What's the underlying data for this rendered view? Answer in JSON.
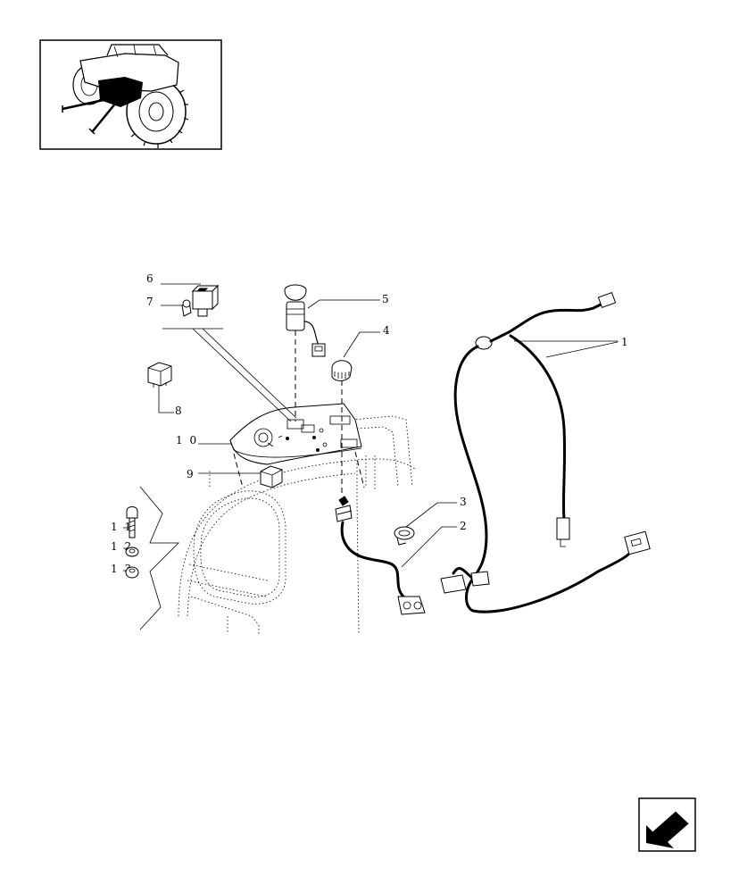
{
  "callouts": [
    {
      "id": "1",
      "text": "1"
    },
    {
      "id": "2",
      "text": "2"
    },
    {
      "id": "3",
      "text": "3"
    },
    {
      "id": "4",
      "text": "4"
    },
    {
      "id": "5",
      "text": "5"
    },
    {
      "id": "6",
      "text": "6"
    },
    {
      "id": "7",
      "text": "7"
    },
    {
      "id": "8",
      "text": "8"
    },
    {
      "id": "9",
      "text": "9"
    },
    {
      "id": "10",
      "text": "1 0"
    },
    {
      "id": "11",
      "text": "1 1"
    },
    {
      "id": "12",
      "text": "1 2"
    },
    {
      "id": "13",
      "text": "1 3"
    }
  ],
  "thumbnail": {
    "icon": "tractor-location-icon"
  },
  "navigation": {
    "icon": "next-page-arrow-icon"
  }
}
